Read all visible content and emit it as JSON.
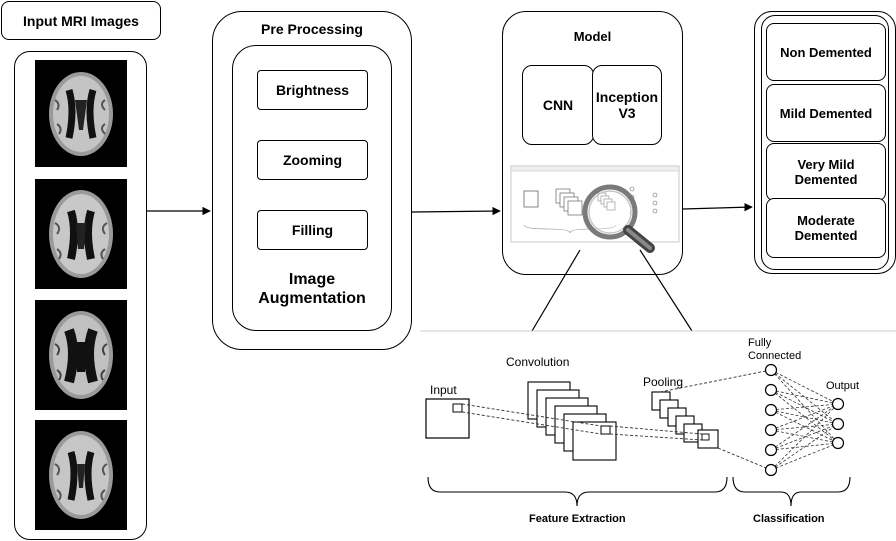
{
  "input": {
    "title": "Input MRI Images",
    "images": [
      {
        "name": "mri-scan-1"
      },
      {
        "name": "mri-scan-2"
      },
      {
        "name": "mri-scan-3"
      },
      {
        "name": "mri-scan-4"
      }
    ]
  },
  "preprocessing": {
    "title": "Pre Processing",
    "steps": [
      "Brightness",
      "Zooming",
      "Filling"
    ],
    "caption_line1": "Image",
    "caption_line2": "Augmentation"
  },
  "model": {
    "title": "Model",
    "cnn": "CNN",
    "inception_line1": "Inception",
    "inception_line2": "V3"
  },
  "output_classes": {
    "c1": "Non Demented",
    "c2": "Mild Demented",
    "c3_line1": "Very Mild",
    "c3_line2": "Demented",
    "c4_line1": "Moderate",
    "c4_line2": "Demented"
  },
  "cnn_detail": {
    "input": "Input",
    "convolution": "Convolution",
    "pooling": "Pooling",
    "fully_line1": "Fully",
    "fully_line2": "Connected",
    "output": "Output",
    "feature_extraction": "Feature Extraction",
    "classification": "Classification"
  },
  "colors": {
    "stroke": "#000000",
    "background": "#ffffff",
    "mri_bg": "#000000",
    "brain_gray": "#a8a8a8",
    "divider": "#cccccc"
  }
}
